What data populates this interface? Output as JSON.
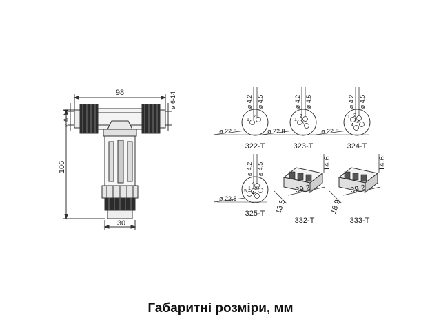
{
  "caption": "Габаритні розміри, мм",
  "main_view": {
    "length": "98",
    "height": "106",
    "base_width": "30",
    "cable_left": "ø 6-14",
    "cable_right": "ø 6-14"
  },
  "face_variants": [
    {
      "model": "322-T",
      "d_small": "ø 4.2",
      "d_large": "ø 4.5",
      "d_outer": "ø 22.8",
      "pins": [
        "1",
        "2"
      ]
    },
    {
      "model": "323-T",
      "d_small": "ø 4.2",
      "d_large": "ø 4.5",
      "d_outer": "ø 22.8",
      "pins": [
        "1",
        "2",
        "3"
      ]
    },
    {
      "model": "324-T",
      "d_small": "ø 4.2",
      "d_large": "ø 4.5",
      "d_outer": "ø 22.8",
      "pins": [
        "1",
        "2",
        "3",
        "4"
      ]
    },
    {
      "model": "325-T",
      "d_small": "ø 4.2",
      "d_large": "ø 4.5",
      "d_outer": "ø 22.8",
      "pins": [
        "1",
        "2",
        "3",
        "4",
        "5"
      ]
    }
  ],
  "blocks": [
    {
      "model": "332-T",
      "height": "14.6",
      "length": "39.2",
      "width": "13.5"
    },
    {
      "model": "333-T",
      "height": "14.6",
      "length": "39.2",
      "width": "18.9"
    }
  ]
}
